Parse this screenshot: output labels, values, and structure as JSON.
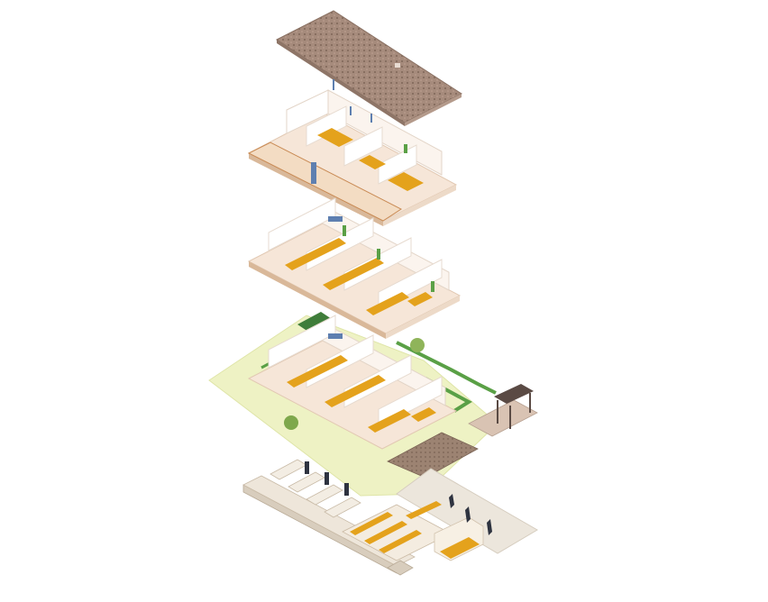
{
  "diagram": {
    "type": "exploded-axonometric",
    "labels": [],
    "colors": {
      "background": "#ffffff",
      "roof": "#a68b7c",
      "roof_dot": "#7e6658",
      "slab": "#f6e6d8",
      "slab_edge": "#e2c9b3",
      "wall": "#ffffff",
      "wall_shade": "#efe2d6",
      "timber": "#c98b55",
      "bed": "#e4a21c",
      "landscape": "#eef2c4",
      "hedge": "#5aa046",
      "paving": "#9c8372",
      "basement_ground": "#ece6dc",
      "glass": "#5e7fb0",
      "pergola": "#5a4a44"
    },
    "layers": [
      {
        "id": "roof"
      },
      {
        "id": "upper-floor"
      },
      {
        "id": "middle-floor"
      },
      {
        "id": "ground-floor"
      },
      {
        "id": "basement"
      }
    ]
  }
}
